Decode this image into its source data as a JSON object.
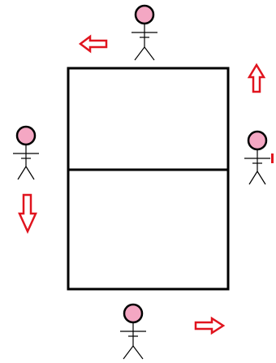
{
  "diagram": {
    "court": {
      "stroke": "#000000",
      "fill": "#ffffff",
      "net": true
    },
    "figures": [
      {
        "id": "top",
        "head_color": "#f4a7c3",
        "head_outline": "#000000",
        "body_color": "#000000"
      },
      {
        "id": "left",
        "head_color": "#f4a7c3",
        "head_outline": "#000000",
        "body_color": "#000000"
      },
      {
        "id": "right",
        "head_color": "#f4a7c3",
        "head_outline": "#000000",
        "body_color": "#000000"
      },
      {
        "id": "bottom",
        "head_color": "#f4a7c3",
        "head_outline": "#000000",
        "body_color": "#000000"
      }
    ],
    "arrows": [
      {
        "id": "top",
        "direction": "left",
        "stroke": "#e0141e",
        "fill": "#ffffff"
      },
      {
        "id": "right",
        "direction": "up",
        "stroke": "#e0141e",
        "fill": "#ffffff"
      },
      {
        "id": "left",
        "direction": "down",
        "stroke": "#e0141e",
        "fill": "#ffffff"
      },
      {
        "id": "bottom",
        "direction": "right",
        "stroke": "#e0141e",
        "fill": "#ffffff"
      }
    ]
  }
}
